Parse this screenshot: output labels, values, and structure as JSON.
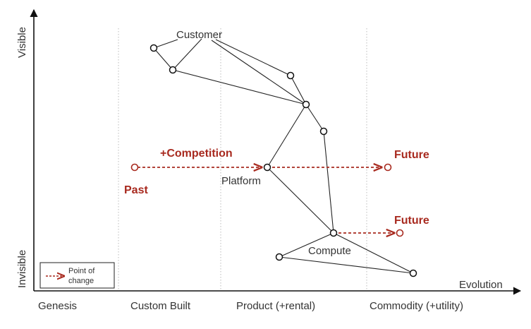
{
  "axes": {
    "x_label": "Evolution",
    "y_top": "Visible",
    "y_bottom": "Invisible"
  },
  "stages": [
    "Genesis",
    "Custom Built",
    "Product (+rental)",
    "Commodity (+utility)"
  ],
  "labels": {
    "customer": "Customer",
    "platform": "Platform",
    "compute": "Compute",
    "competition": "+Competition",
    "past": "Past",
    "future_1": "Future",
    "future_2": "Future"
  },
  "legend": {
    "line1": "Point of",
    "line2": "change"
  },
  "colors": {
    "accent": "#a82a1f",
    "ink": "#333333"
  }
}
